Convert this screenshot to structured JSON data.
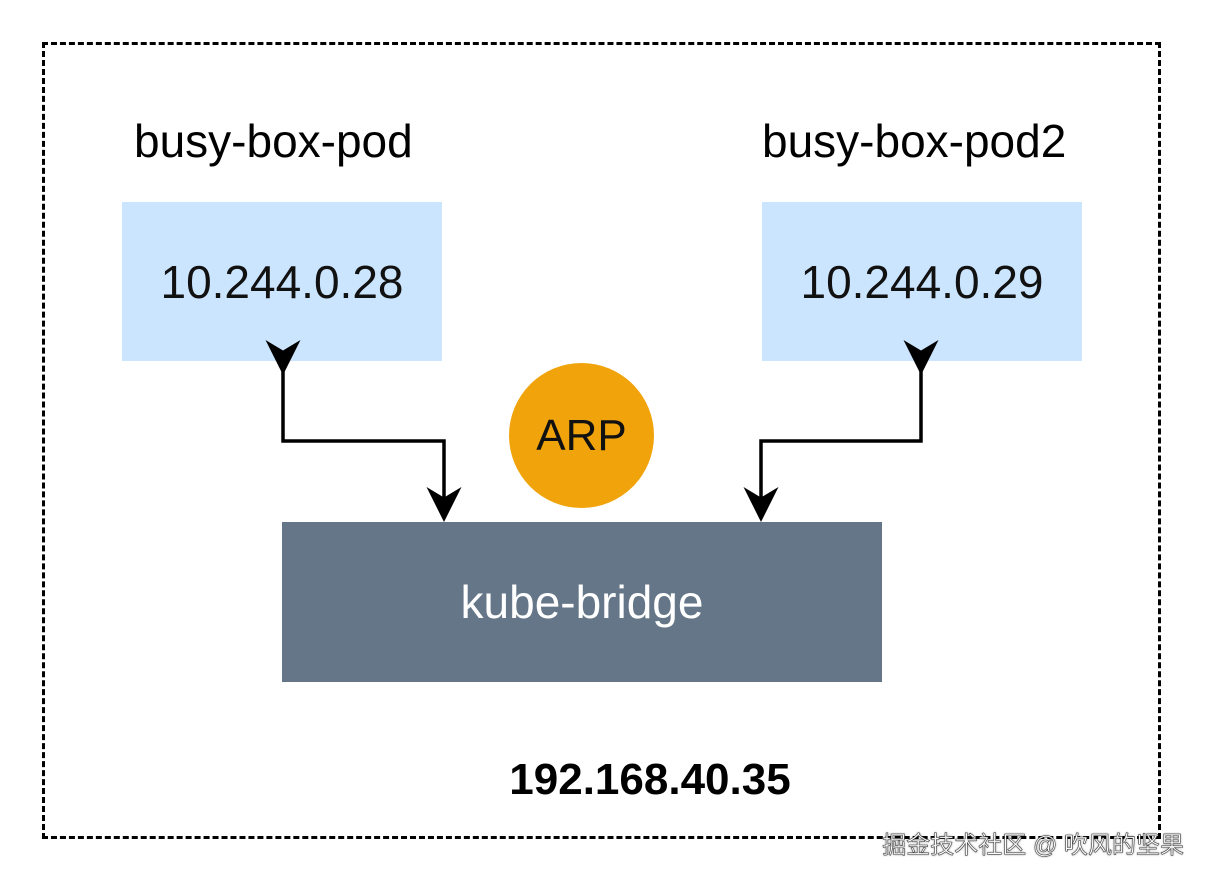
{
  "colors": {
    "pod_fill": "#cce5ff",
    "arp_fill": "#f0a30a",
    "bridge_fill": "#647687",
    "frame_border": "#000000",
    "connector": "#000000"
  },
  "pods": [
    {
      "name": "busy-box-pod",
      "ip": "10.244.0.28"
    },
    {
      "name": "busy-box-pod2",
      "ip": "10.244.0.29"
    }
  ],
  "arp": {
    "label": "ARP"
  },
  "bridge": {
    "label": "kube-bridge"
  },
  "host": {
    "ip": "192.168.40.35"
  },
  "watermark": {
    "text": "掘金技术社区 @ 吹风的坚果"
  }
}
